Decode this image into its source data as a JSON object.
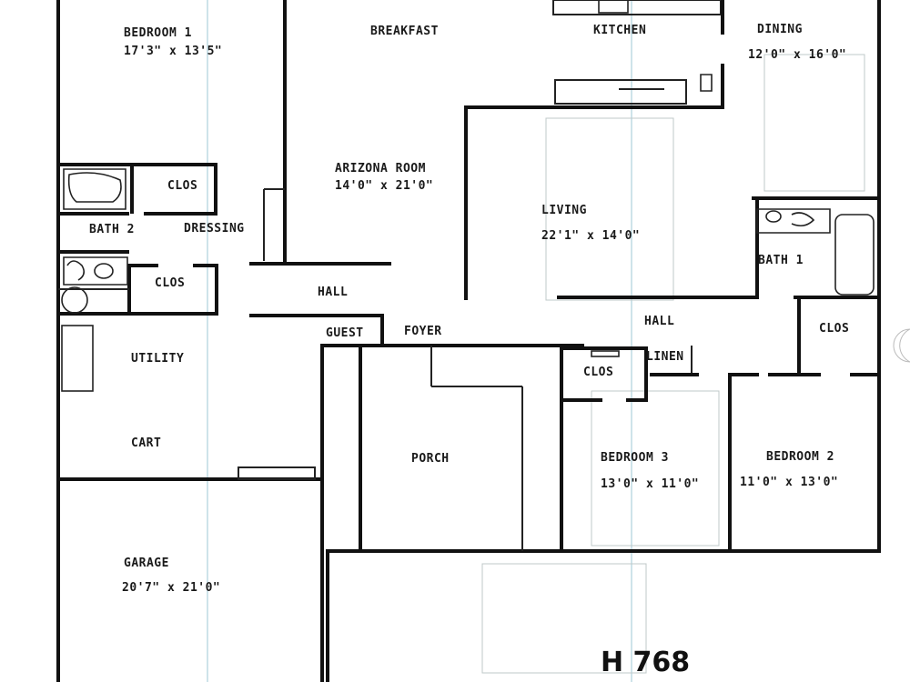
{
  "plan_code": "H 768",
  "rooms": {
    "bedroom1": {
      "name": "BEDROOM 1",
      "dims": "17'3\" x 13'5\""
    },
    "breakfast": {
      "name": "BREAKFAST"
    },
    "kitchen": {
      "name": "KITCHEN"
    },
    "dining": {
      "name": "DINING",
      "dims": "12'0\" x 16'0\""
    },
    "arizona": {
      "name": "ARIZONA ROOM",
      "dims": "14'0\" x 21'0\""
    },
    "living": {
      "name": "LIVING",
      "dims": "22'1\" x 14'0\""
    },
    "bath2": {
      "name": "BATH 2"
    },
    "dressing": {
      "name": "DRESSING"
    },
    "clos_a": {
      "name": "CLOS"
    },
    "clos_b": {
      "name": "CLOS"
    },
    "hall_left": {
      "name": "HALL"
    },
    "bath1": {
      "name": "BATH 1"
    },
    "guest": {
      "name": "GUEST"
    },
    "foyer": {
      "name": "FOYER"
    },
    "hall_right": {
      "name": "HALL"
    },
    "clos_c": {
      "name": "CLOS"
    },
    "utility": {
      "name": "UTILITY"
    },
    "clos_d": {
      "name": "CLOS"
    },
    "linen": {
      "name": "LINEN"
    },
    "cart": {
      "name": "CART"
    },
    "porch": {
      "name": "PORCH"
    },
    "bedroom3": {
      "name": "BEDROOM 3",
      "dims": "13'0\" x 11'0\""
    },
    "bedroom2": {
      "name": "BEDROOM 2",
      "dims": "11'0\" x 13'0\""
    },
    "garage": {
      "name": "GARAGE",
      "dims": "20'7\" x 21'0\""
    }
  }
}
